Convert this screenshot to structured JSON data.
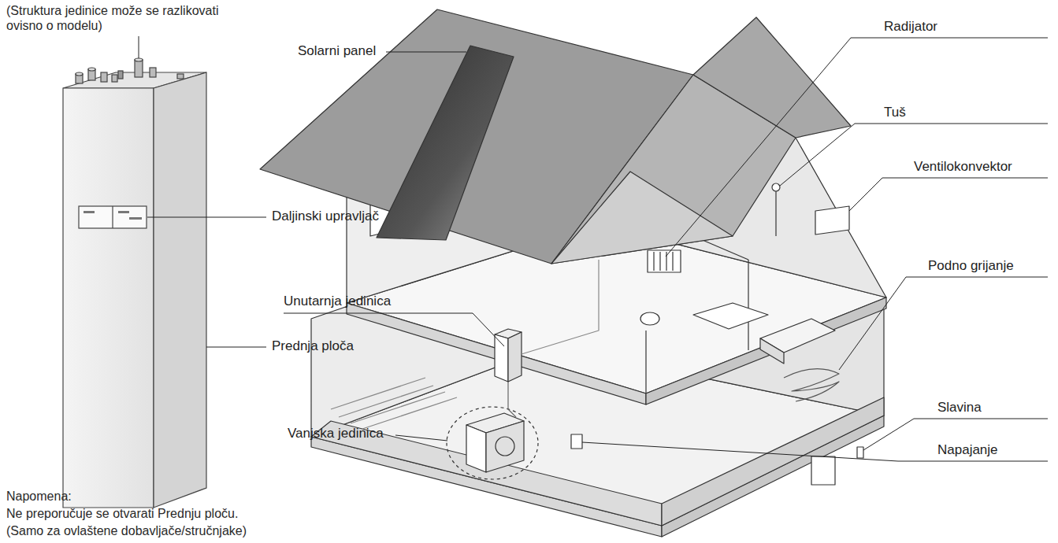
{
  "diagram": {
    "labels": [
      "(Struktura jedinice može se razlikovati ovisno o modelu)",
      "Solarni panel",
      "Daljinski upravljač",
      "Unutarnja jedinica",
      "Prednja ploča",
      "Vanjska jedinica",
      "Napomena:",
      "Ne preporučuje se otvarati Prednju ploču.",
      "(Samo za ovlaštene dobavljače/stručnjake)",
      "Radijator",
      "Tuš",
      "Ventilokonvektor",
      "Podno grijanje",
      "Slavina",
      "Napajanje"
    ]
  }
}
